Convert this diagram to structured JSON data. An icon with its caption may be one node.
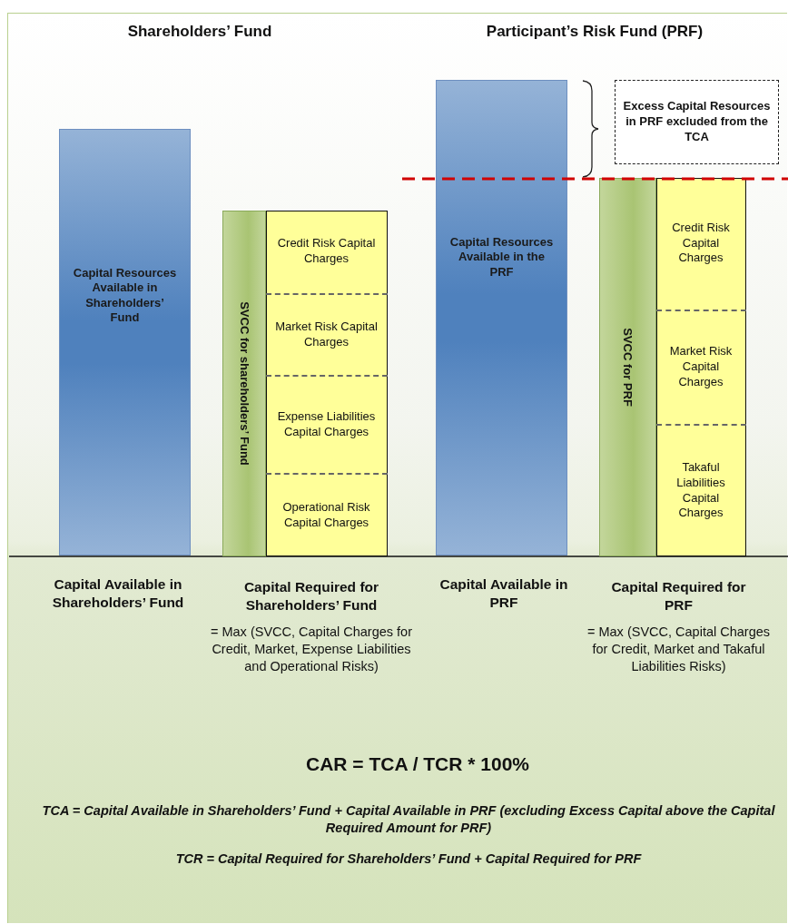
{
  "diagram": {
    "nodes": [
      {
        "text": [
          "Capital Resources Available in Shareholders’ Fund"
        ]
      },
      {
        "text": [
          "SVCC for shareholders’ Fund"
        ]
      },
      {
        "text": [],
        "shape": "box"
      },
      {
        "text": [
          "Credit Risk Capital Charges"
        ],
        "in": 2
      },
      {
        "text": [
          "Market Risk Capital Charges"
        ],
        "in": 2
      },
      {
        "text": [
          "Expense Liabilities Capital Charges"
        ],
        "in": 2
      },
      {
        "text": [
          "Operational Risk Capital Charges"
        ],
        "in": 2
      },
      {
        "text": [
          "Capital Resources Available in the PRF"
        ]
      },
      {
        "text": [
          "Excess Capital Resources in PRF excluded from the TCA"
        ]
      },
      {
        "text": [
          "SVCC for PRF"
        ]
      },
      {
        "text": [],
        "shape": "box"
      },
      {
        "text": [
          "Credit Risk Capital Charges"
        ],
        "in": 10
      },
      {
        "text": [
          "Market Risk Capital Charges"
        ],
        "in": 10
      },
      {
        "text": [
          "Takaful Liabilities Capital Charges"
        ],
        "in": 10
      }
    ],
    "labels": [
      "Shareholders’ Fund",
      "Participant’s Risk Fund (PRF)",
      "Capital Available in Shareholders’ Fund",
      "Capital Required for Shareholders’ Fund",
      "= Max (SVCC, Capital Charges for Credit, Market, Expense Liabilities and Operational Risks)",
      "Capital Available in PRF",
      "Capital Required for PRF",
      "= Max (SVCC, Capital Charges for Credit, Market and Takaful Liabilities Risks)",
      "CAR = TCA / TCR * 100%",
      "TCA = Capital Available in Shareholders’ Fund + Capital Available in PRF (excluding Excess Capital above the Capital Required Amount for PRF)",
      "TCR = Capital Required for Shareholders’ Fund + Capital Required for PRF"
    ]
  }
}
